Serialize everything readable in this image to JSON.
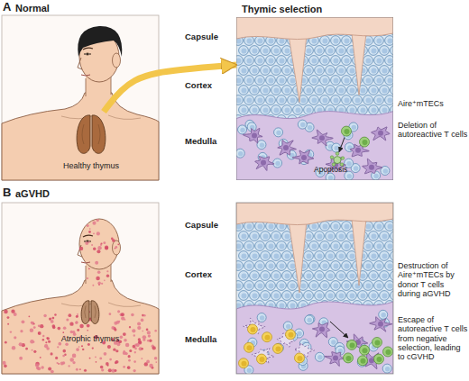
{
  "diagram": {
    "nodes": [
      {
        "text": [
          "Healthy thymus"
        ]
      },
      {
        "text": [
          "Thymic selection"
        ]
      },
      {
        "text": [
          "Atrophic thymus"
        ]
      }
    ],
    "edges": [
      {
        "from": 0,
        "to": 1,
        "arrow": "to"
      }
    ],
    "labels": [
      "A",
      "Normal",
      "Capsule",
      "Cortex",
      "Medulla",
      "Aire⁺mTECs",
      "Deletion of autoreactive T cells",
      "Apoptosis",
      "B",
      "aGVHD",
      "Capsule",
      "Cortex",
      "Medulla",
      "Destruction of Aire⁺mTECs by donor T cells during aGVHD",
      "Escape of autoreactive T cells from negative selection, leading to cGVHD"
    ]
  }
}
